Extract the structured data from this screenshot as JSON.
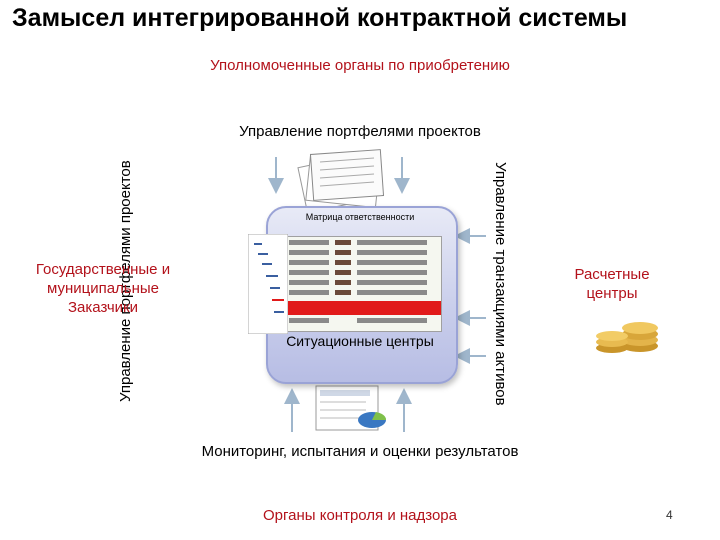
{
  "title": "Замысел интегрированной контрактной системы",
  "top_label": "Уполномоченные органы по приобретению",
  "portfolio_top": "Управление портфелями проектов",
  "left_vertical": "Управление портфелями проектов",
  "right_vertical": "Управление транзакциями активов",
  "customers": "Государственные и муниципальные Заказчики",
  "settlement": "Расчетные центры",
  "hub": {
    "matrix_label": "Матрица ответственности",
    "label": "Ситуационные центры"
  },
  "monitoring": "Мониторинг, испытания и оценки результатов",
  "control": "Органы контроля и надзора",
  "page_number": "4",
  "colors": {
    "title": "#000000",
    "red": "#b3121b",
    "arrow": "#9fb6cc",
    "hub": "#c8cdeb"
  },
  "icons": [
    "documents-stack-icon",
    "coin-stack-icon",
    "report-chart-icon",
    "gantt-chart-icon"
  ]
}
